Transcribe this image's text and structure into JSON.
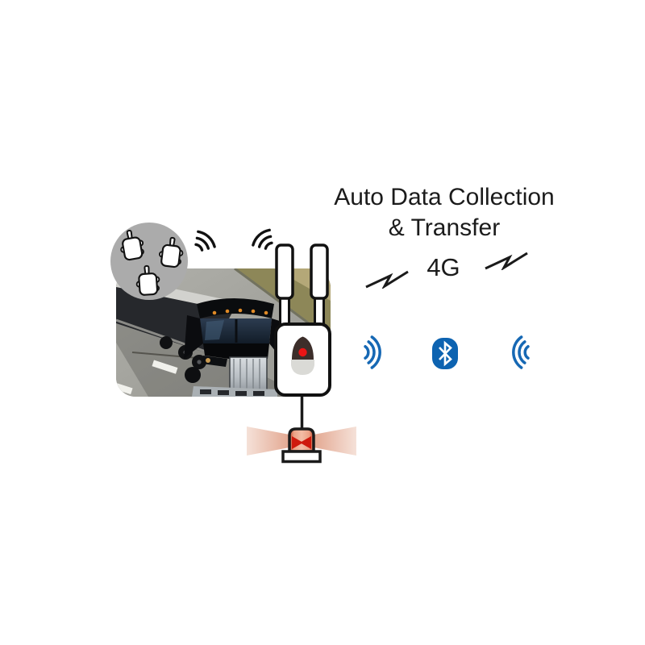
{
  "figure": {
    "title_line1": "Auto Data Collection",
    "title_line2": "& Transfer",
    "cellular_label": "4G"
  },
  "icons": {
    "sensor_circle": "wireless-sensor-group",
    "sensors": [
      "tpms-sensor",
      "tpms-sensor",
      "tpms-sensor"
    ],
    "rf_left": "rf-transmit-arcs",
    "rf_right": "rf-receive-arcs",
    "bolt_left": "cellular-zigzag-bolt",
    "bolt_right": "cellular-zigzag-bolt",
    "signal_out": "blue-signal-arcs-right",
    "bluetooth": "bluetooth-badge",
    "signal_in": "blue-signal-arcs-left",
    "gateway": "gateway-device-two-antennas",
    "alarm": "alarm-siren-light",
    "photo": "truck-on-highway-photo"
  },
  "colors": {
    "signal_blue": "#1668b4",
    "bluetooth_blue": "#0d63b1",
    "alarm_red": "#ce1a0d",
    "circle_gray": "#ababab",
    "outline_black": "#1a1a1a"
  }
}
